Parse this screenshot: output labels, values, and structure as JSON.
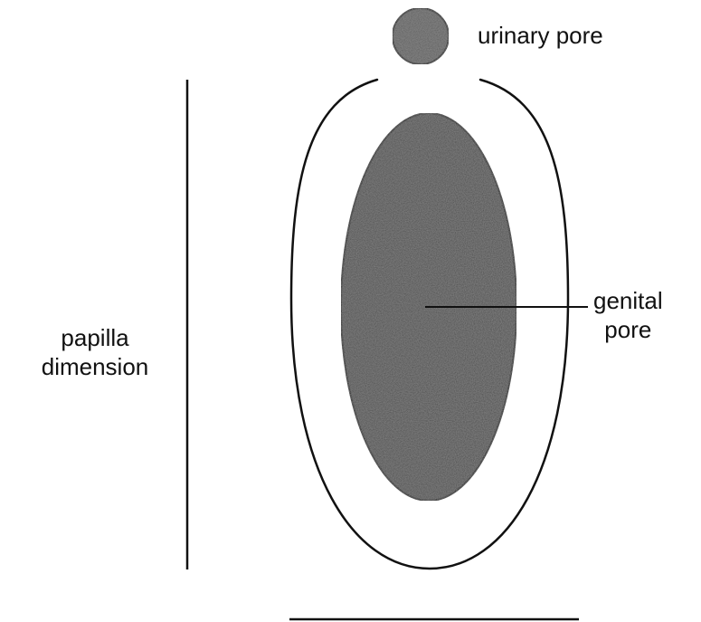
{
  "labels": {
    "urinary_pore": "urinary pore",
    "genital_pore_line1": "genital",
    "genital_pore_line2": "pore",
    "papilla_line1": "papilla",
    "papilla_line2": "dimension"
  },
  "colors": {
    "background": "#ffffff",
    "outline": "#111111",
    "pore_fill": "#5a5a5a",
    "genital_fill": "#4a4a4a"
  }
}
